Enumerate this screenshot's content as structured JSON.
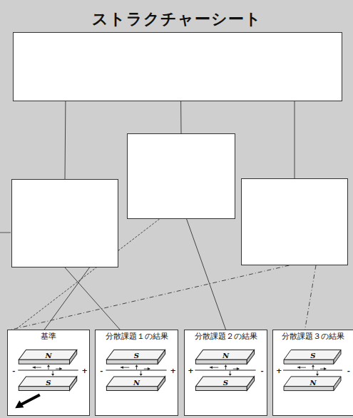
{
  "diagram": {
    "title": "ストラクチャーシート",
    "nodes": [
      {
        "text": []
      },
      {
        "text": []
      },
      {
        "text": []
      },
      {
        "text": []
      },
      {
        "text": [
          "基準"
        ]
      },
      {
        "text": [
          "分散課題１の結果"
        ]
      },
      {
        "text": [
          "分散課題２の結果"
        ]
      },
      {
        "text": [
          "分散課題３の結果"
        ]
      }
    ],
    "edges": [
      {
        "from": 0,
        "to": 1,
        "arrow": "none"
      },
      {
        "from": 0,
        "to": 2,
        "arrow": "none"
      },
      {
        "from": 0,
        "to": 3,
        "arrow": "none"
      },
      {
        "from": 1,
        "to": 4,
        "arrow": "none"
      },
      {
        "from": 1,
        "to": 5,
        "arrow": "none"
      },
      {
        "from": 2,
        "to": 4,
        "arrow": "none"
      },
      {
        "from": 2,
        "to": 6,
        "arrow": "none"
      },
      {
        "from": 3,
        "to": 4,
        "arrow": "none"
      },
      {
        "from": 3,
        "to": 7,
        "arrow": "none"
      }
    ],
    "labels": [
      "N",
      "S",
      "-",
      "+",
      "S",
      "N",
      "-",
      "+",
      "N",
      "S",
      "+",
      "-",
      "S",
      "N",
      "+",
      "-"
    ]
  }
}
